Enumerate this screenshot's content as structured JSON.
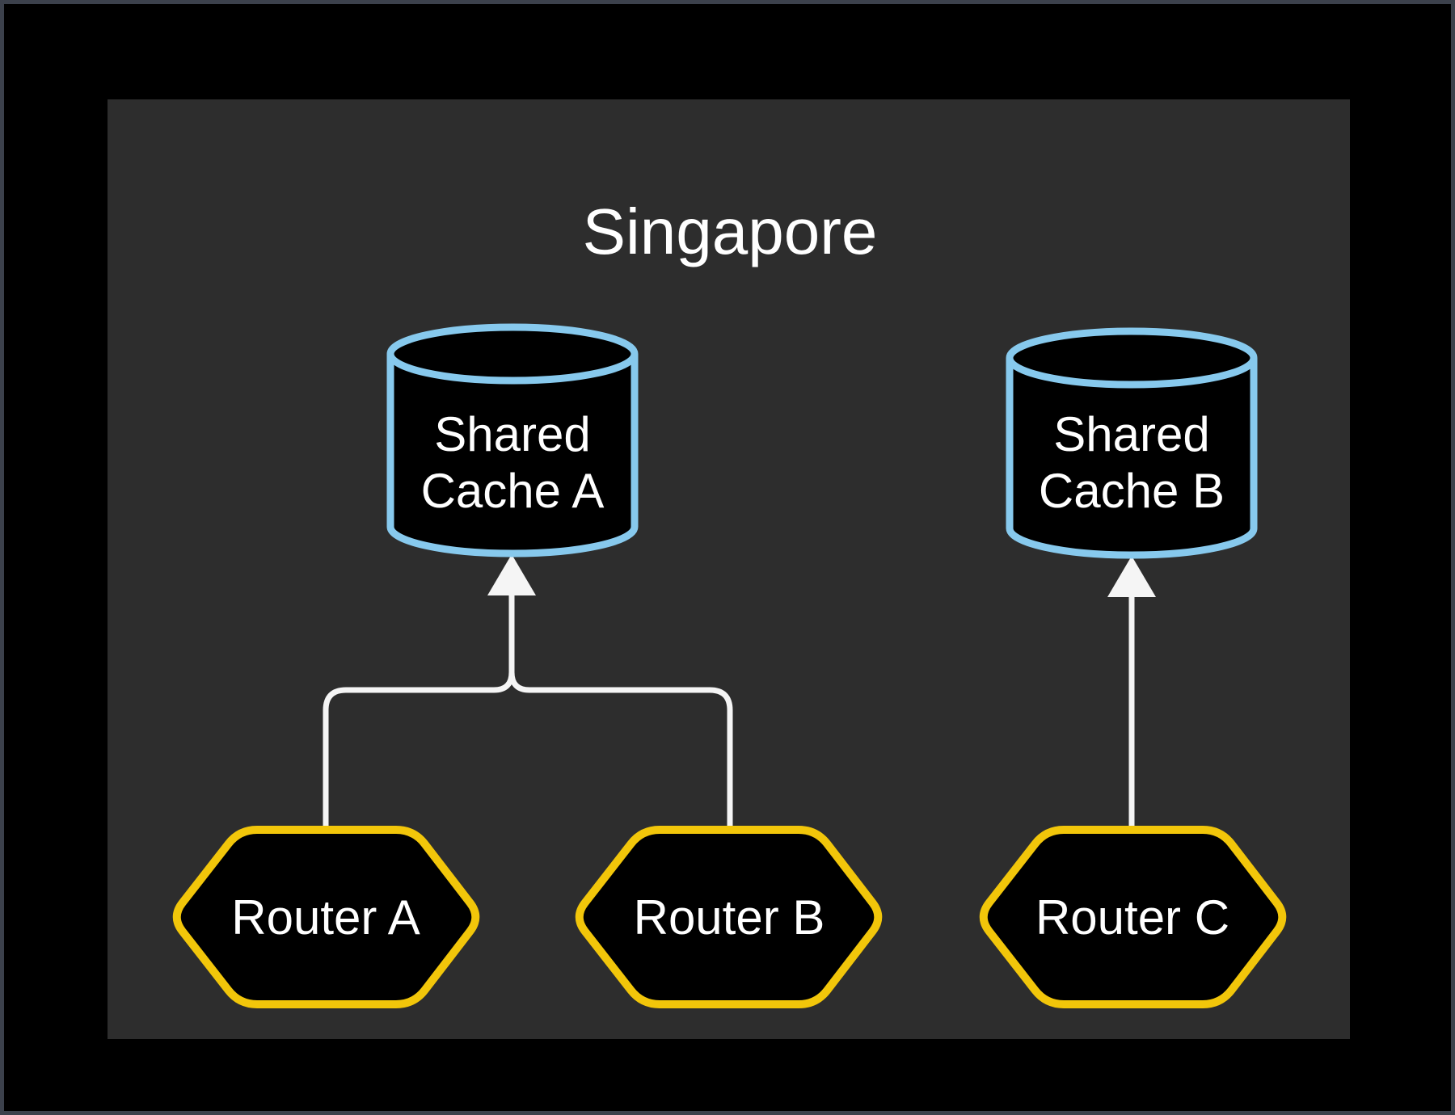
{
  "diagram": {
    "title": "Singapore",
    "nodes": {
      "cache_a": {
        "type": "cylinder",
        "label_line1": "Shared",
        "label_line2": "Cache A"
      },
      "cache_b": {
        "type": "cylinder",
        "label_line1": "Shared",
        "label_line2": "Cache B"
      },
      "router_a": {
        "type": "hexagon",
        "label": "Router A"
      },
      "router_b": {
        "type": "hexagon",
        "label": "Router B"
      },
      "router_c": {
        "type": "hexagon",
        "label": "Router C"
      }
    },
    "edges": [
      {
        "from": "Router A",
        "to": "Shared Cache A",
        "arrow": "to"
      },
      {
        "from": "Router B",
        "to": "Shared Cache A",
        "arrow": "to"
      },
      {
        "from": "Router C",
        "to": "Shared Cache B",
        "arrow": "to"
      }
    ],
    "colors": {
      "page_bg": "#000000",
      "window_border": "#3c414c",
      "panel_bg": "#2d2d2d",
      "shape_fill": "#000000",
      "cache_stroke": "#87c9ed",
      "router_stroke": "#f2c60a",
      "edge_color": "#f5f5f5",
      "text_color": "#ffffff"
    }
  }
}
